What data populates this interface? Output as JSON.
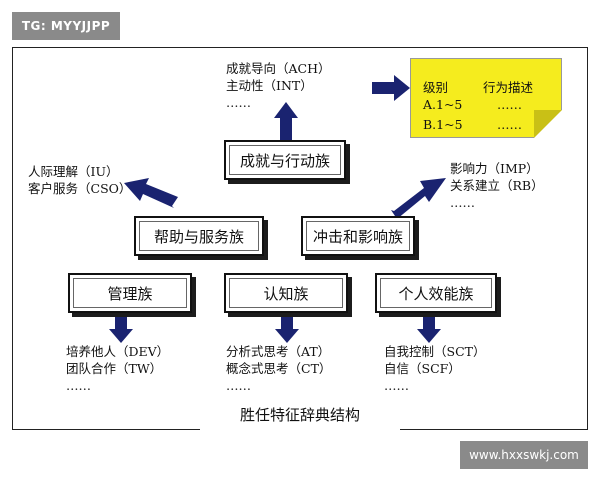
{
  "tag": "TG: MYYJJPP",
  "watermark": "www.hxxswkj.com",
  "caption": "胜任特征辞典结构",
  "clusters": {
    "achievement": "成就与行动族",
    "helping": "帮助与服务族",
    "impact": "冲击和影响族",
    "managerial": "管理族",
    "cognitive": "认知族",
    "personal": "个人效能族"
  },
  "competencies": {
    "achievement": [
      "成就导向（ACH）",
      "主动性（INT）",
      "……"
    ],
    "helping": [
      "人际理解（IU）",
      "客户服务（CSO）"
    ],
    "impact": [
      "影响力（IMP）",
      "关系建立（RB）",
      "……"
    ],
    "managerial": [
      "培养他人（DEV）",
      "团队合作（TW）",
      "……"
    ],
    "cognitive": [
      "分析式思考（AT）",
      "概念式思考（CT）",
      "……"
    ],
    "personal": [
      "自我控制（SCT）",
      "自信（SCF）",
      "……"
    ]
  },
  "note": {
    "header": [
      "级别",
      "行为描述"
    ],
    "rows": [
      [
        "A.1~5",
        "……"
      ],
      [
        "B.1~5",
        "……"
      ]
    ],
    "color": "#f5ec1e"
  },
  "arrow_color": "#1a2370"
}
